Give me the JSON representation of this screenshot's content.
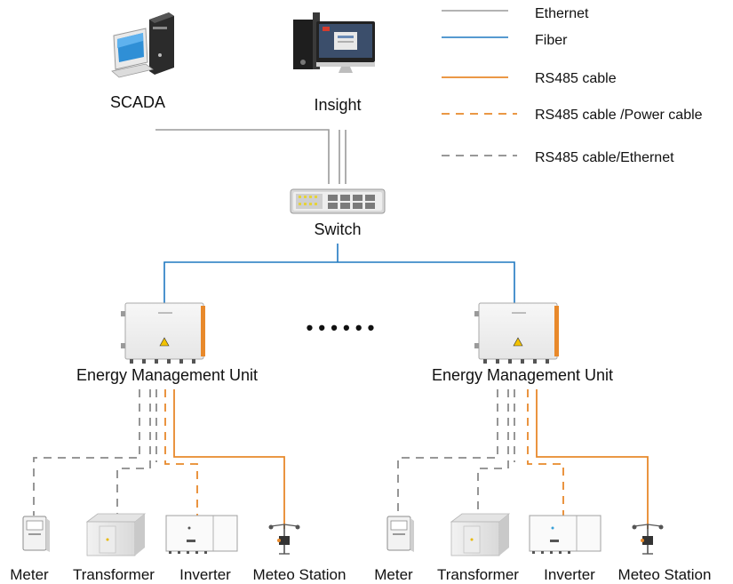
{
  "legend": [
    {
      "label": "Ethernet",
      "style": "solid",
      "color": "#9a9a9a"
    },
    {
      "label": "Fiber",
      "style": "solid",
      "color": "#1f78c1"
    },
    {
      "label": "RS485 cable",
      "style": "solid",
      "color": "#e8892b"
    },
    {
      "label": "RS485 cable /Power cable",
      "style": "dashed",
      "color": "#e8892b"
    },
    {
      "label": "RS485 cable/Ethernet",
      "style": "dashed",
      "color": "#8a8a8a"
    }
  ],
  "top": {
    "scada_label": "SCADA",
    "insight_label": "Insight",
    "switch_label": "Switch"
  },
  "ellipsis": "• • • • • •",
  "emu_groups": [
    {
      "emu_label": "Energy Management Unit",
      "devices": [
        "Meter",
        "Transformer",
        "Inverter",
        "Meteo Station"
      ]
    },
    {
      "emu_label": "Energy Management Unit",
      "devices": [
        "Meter",
        "Transformer",
        "Inverter",
        "Meteo Station"
      ]
    }
  ],
  "colors": {
    "ethernet": "#9a9a9a",
    "fiber": "#1f78c1",
    "rs485": "#e8892b",
    "gray_dash": "#8a8a8a"
  }
}
